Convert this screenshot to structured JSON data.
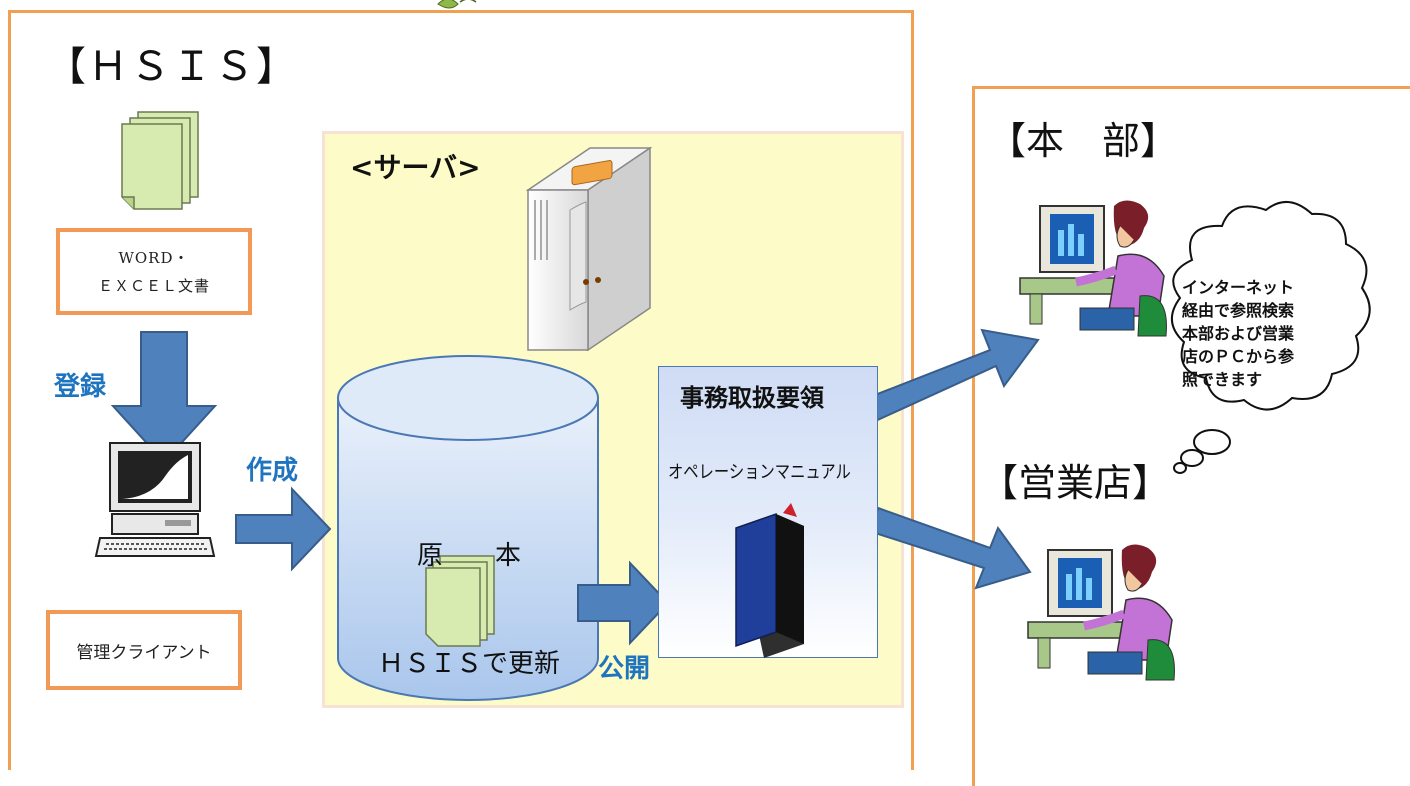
{
  "hsis_title": "【ＨＳＩＳ】",
  "server_label": "<サーバ>",
  "word_box": {
    "line1": "WORD・",
    "line2": "ＥＸＣＥＬ文書"
  },
  "register_label": "登録",
  "create_label": "作成",
  "publish_label": "公開",
  "client_label": "管理クライアント",
  "database_text": {
    "line1": "原　　本",
    "line2": "ＨＳＩＳで更新"
  },
  "manual": {
    "title": "事務取扱要領",
    "subtitle": "オペレーションマニュアル"
  },
  "hq_title": "【本　部】",
  "branch_title": "【営業店】",
  "cloud_text": {
    "line1": "インターネット",
    "line2": "経由で参照検索",
    "line3": "本部および営業",
    "line4": "店のＰＣから参",
    "line5": "照できます"
  },
  "colors": {
    "panel_border": "#f0a050",
    "server_bg": "#fdfcc8",
    "arrow_fill": "#4f81bd",
    "label_blue": "#1f74c0",
    "doc_fill": "#d7ebb0"
  }
}
